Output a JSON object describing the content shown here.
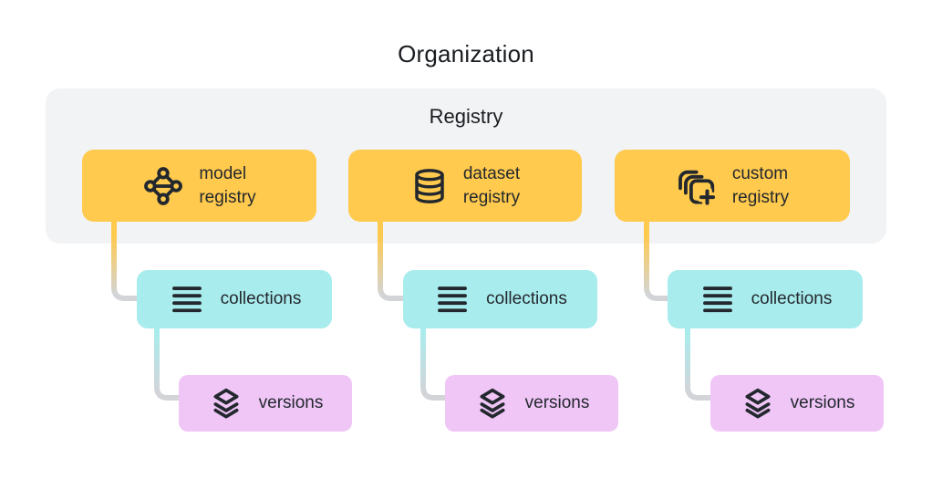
{
  "title": "Organization",
  "panel": {
    "label": "Registry"
  },
  "colors": {
    "background": "#ffffff",
    "panel_bg": "#f2f3f5",
    "registry_box": "#ffca4d",
    "collections_box": "#a9eced",
    "versions_box": "#f0c6f7",
    "connector_gray": "#d2d4d8",
    "icon_and_text": "#23282e",
    "title_text": "#191c20"
  },
  "columns": [
    {
      "registry": {
        "label": "model\nregistry",
        "icon": "model-graph-icon"
      },
      "collections": {
        "label": "collections",
        "icon": "list-icon"
      },
      "versions": {
        "label": "versions",
        "icon": "layers-icon"
      }
    },
    {
      "registry": {
        "label": "dataset\nregistry",
        "icon": "database-icon"
      },
      "collections": {
        "label": "collections",
        "icon": "list-icon"
      },
      "versions": {
        "label": "versions",
        "icon": "layers-icon"
      }
    },
    {
      "registry": {
        "label": "custom\nregistry",
        "icon": "stacked-squares-plus-icon"
      },
      "collections": {
        "label": "collections",
        "icon": "list-icon"
      },
      "versions": {
        "label": "versions",
        "icon": "layers-icon"
      }
    }
  ]
}
